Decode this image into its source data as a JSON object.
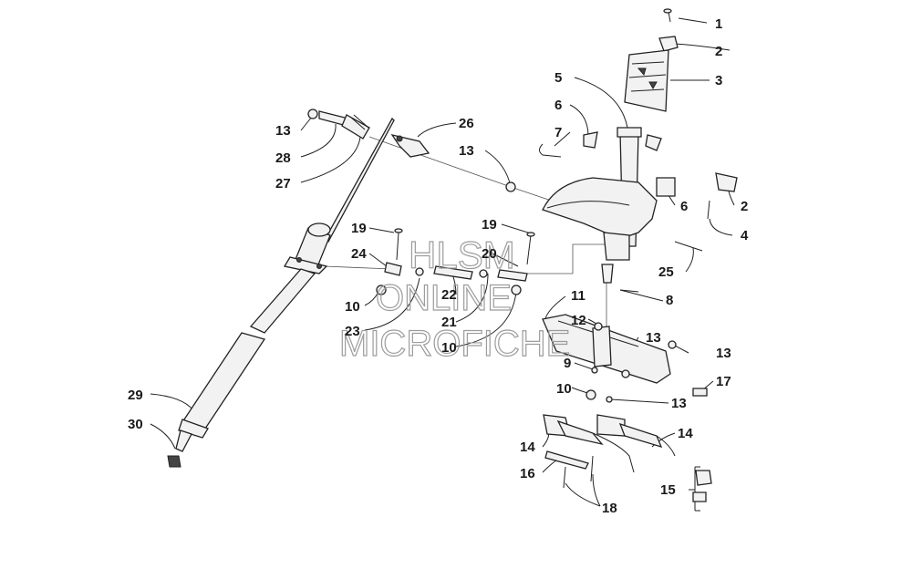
{
  "watermark": {
    "line1": "HLSM",
    "line2": "ONLINE",
    "line3": "MICROFICHE"
  },
  "callouts": [
    {
      "id": "c1",
      "text": "1"
    },
    {
      "id": "c2a",
      "text": "2"
    },
    {
      "id": "c3",
      "text": "3"
    },
    {
      "id": "c5",
      "text": "5"
    },
    {
      "id": "c6a",
      "text": "6"
    },
    {
      "id": "c7",
      "text": "7"
    },
    {
      "id": "c6b",
      "text": "6"
    },
    {
      "id": "c2b",
      "text": "2"
    },
    {
      "id": "c4",
      "text": "4"
    },
    {
      "id": "c13a",
      "text": "13"
    },
    {
      "id": "c28",
      "text": "28"
    },
    {
      "id": "c27",
      "text": "27"
    },
    {
      "id": "c26",
      "text": "26"
    },
    {
      "id": "c13b",
      "text": "13"
    },
    {
      "id": "c19a",
      "text": "19"
    },
    {
      "id": "c24",
      "text": "24"
    },
    {
      "id": "c10a",
      "text": "10"
    },
    {
      "id": "c23",
      "text": "23"
    },
    {
      "id": "c22",
      "text": "22"
    },
    {
      "id": "c21",
      "text": "21"
    },
    {
      "id": "c19b",
      "text": "19"
    },
    {
      "id": "c20",
      "text": "20"
    },
    {
      "id": "c10b",
      "text": "10"
    },
    {
      "id": "c11",
      "text": "11"
    },
    {
      "id": "c25",
      "text": "25"
    },
    {
      "id": "c8",
      "text": "8"
    },
    {
      "id": "c12",
      "text": "12"
    },
    {
      "id": "c13c",
      "text": "13"
    },
    {
      "id": "c13d",
      "text": "13"
    },
    {
      "id": "c9",
      "text": "9"
    },
    {
      "id": "c17",
      "text": "17"
    },
    {
      "id": "c10c",
      "text": "10"
    },
    {
      "id": "c13e",
      "text": "13"
    },
    {
      "id": "c14a",
      "text": "14"
    },
    {
      "id": "c14b",
      "text": "14"
    },
    {
      "id": "c16",
      "text": "16"
    },
    {
      "id": "c15",
      "text": "15"
    },
    {
      "id": "c18",
      "text": "18"
    },
    {
      "id": "c29",
      "text": "29"
    },
    {
      "id": "c30",
      "text": "30"
    }
  ]
}
